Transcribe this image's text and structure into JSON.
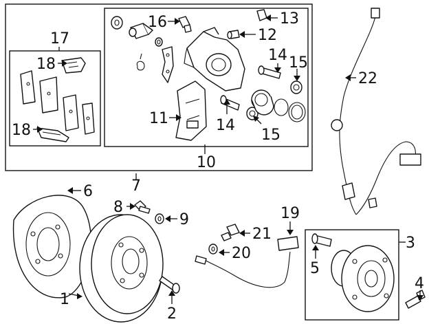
{
  "callouts": {
    "n1": "1",
    "n2": "2",
    "n3": "3",
    "n4": "4",
    "n5": "5",
    "n6": "6",
    "n7": "7",
    "n8": "8",
    "n9": "9",
    "n10": "10",
    "n11": "11",
    "n12": "12",
    "n13": "13",
    "n14a": "14",
    "n14b": "14",
    "n15a": "15",
    "n15b": "15",
    "n16": "16",
    "n17": "17",
    "n18a": "18",
    "n18b": "18",
    "n19": "19",
    "n20": "20",
    "n21": "21",
    "n22": "22"
  },
  "colors": {
    "line": "#111111",
    "background": "#ffffff"
  }
}
